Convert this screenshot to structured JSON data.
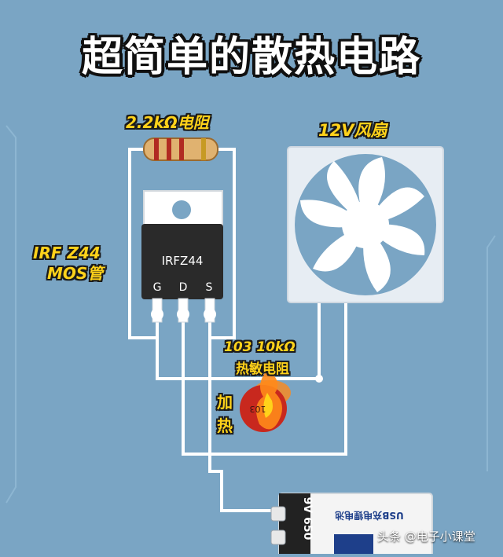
{
  "title": "超简单的散热电路",
  "labels": {
    "resistor": "2.2kΩ电阻",
    "fan": "12V风扇",
    "mosfet_line1": "IRF Z44",
    "mosfet_line2": "MOS管",
    "thermistor_line1": "103 10kΩ",
    "thermistor_line2": "热敏电阻",
    "heat_line1": "加",
    "heat_line2": "热"
  },
  "components": {
    "mosfet_marking": "IRFZ44",
    "pin_g": "G",
    "pin_d": "D",
    "pin_s": "S",
    "thermistor_marking": "103",
    "battery_marking": "9V 650",
    "battery_brand": "USB充电锂电池"
  },
  "watermark": "头条 @电子小课堂",
  "colors": {
    "background": "#7aa5c4",
    "title_text": "#ffffff",
    "label_text": "#ffd21a",
    "wire": "#ffffff",
    "fan_frame": "#e7edf3",
    "fan_blade": "#ffffff",
    "mosfet_body": "#2a2a2a",
    "thermistor": "#c8281e",
    "flame": "#ff8a1a"
  }
}
